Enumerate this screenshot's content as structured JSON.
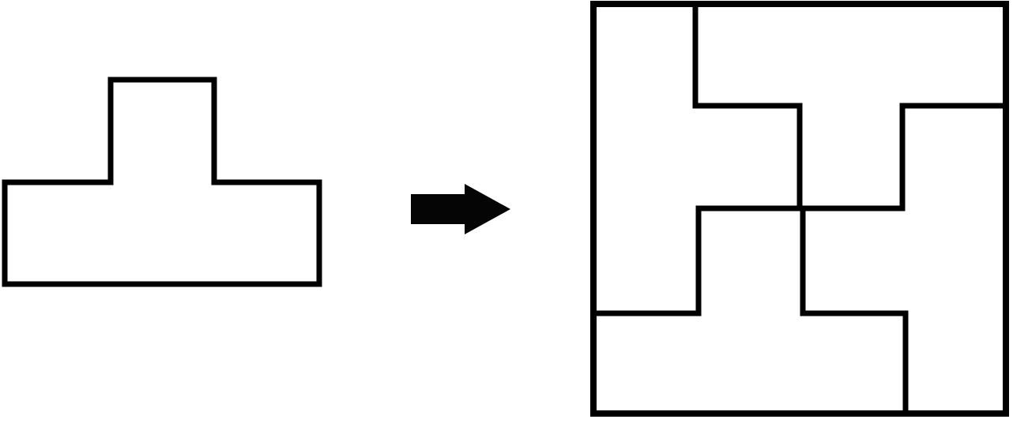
{
  "diagram": {
    "description_shapes": [
      "t-shaped-tile",
      "arrow",
      "square-assembly"
    ],
    "colors": {
      "stroke": "#000000",
      "arrow_fill": "#050505",
      "background": "#ffffff"
    },
    "assembly": {
      "piece_count": 4,
      "piece_shape": "t-tetromino-like"
    }
  }
}
